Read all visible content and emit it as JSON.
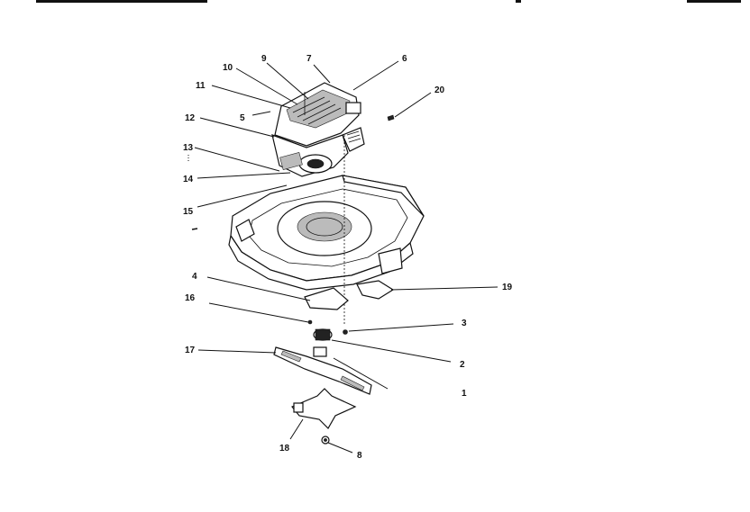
{
  "header": {
    "left_text": "",
    "right_text": ""
  },
  "callouts": [
    {
      "id": "c1",
      "label": "1"
    },
    {
      "id": "c2",
      "label": "2"
    },
    {
      "id": "c3",
      "label": "3"
    },
    {
      "id": "c4",
      "label": "4"
    },
    {
      "id": "c5",
      "label": "5"
    },
    {
      "id": "c6",
      "label": "6"
    },
    {
      "id": "c7",
      "label": "7"
    },
    {
      "id": "c8",
      "label": "8"
    },
    {
      "id": "c9",
      "label": "9"
    },
    {
      "id": "c10",
      "label": "10"
    },
    {
      "id": "c11",
      "label": "11"
    },
    {
      "id": "c12",
      "label": "12"
    },
    {
      "id": "c13",
      "label": "13"
    },
    {
      "id": "c14",
      "label": "14"
    },
    {
      "id": "c15",
      "label": "15"
    },
    {
      "id": "c16",
      "label": "16"
    },
    {
      "id": "c17",
      "label": "17"
    },
    {
      "id": "c18",
      "label": "18"
    },
    {
      "id": "c19",
      "label": "19"
    },
    {
      "id": "c20",
      "label": "20"
    }
  ]
}
